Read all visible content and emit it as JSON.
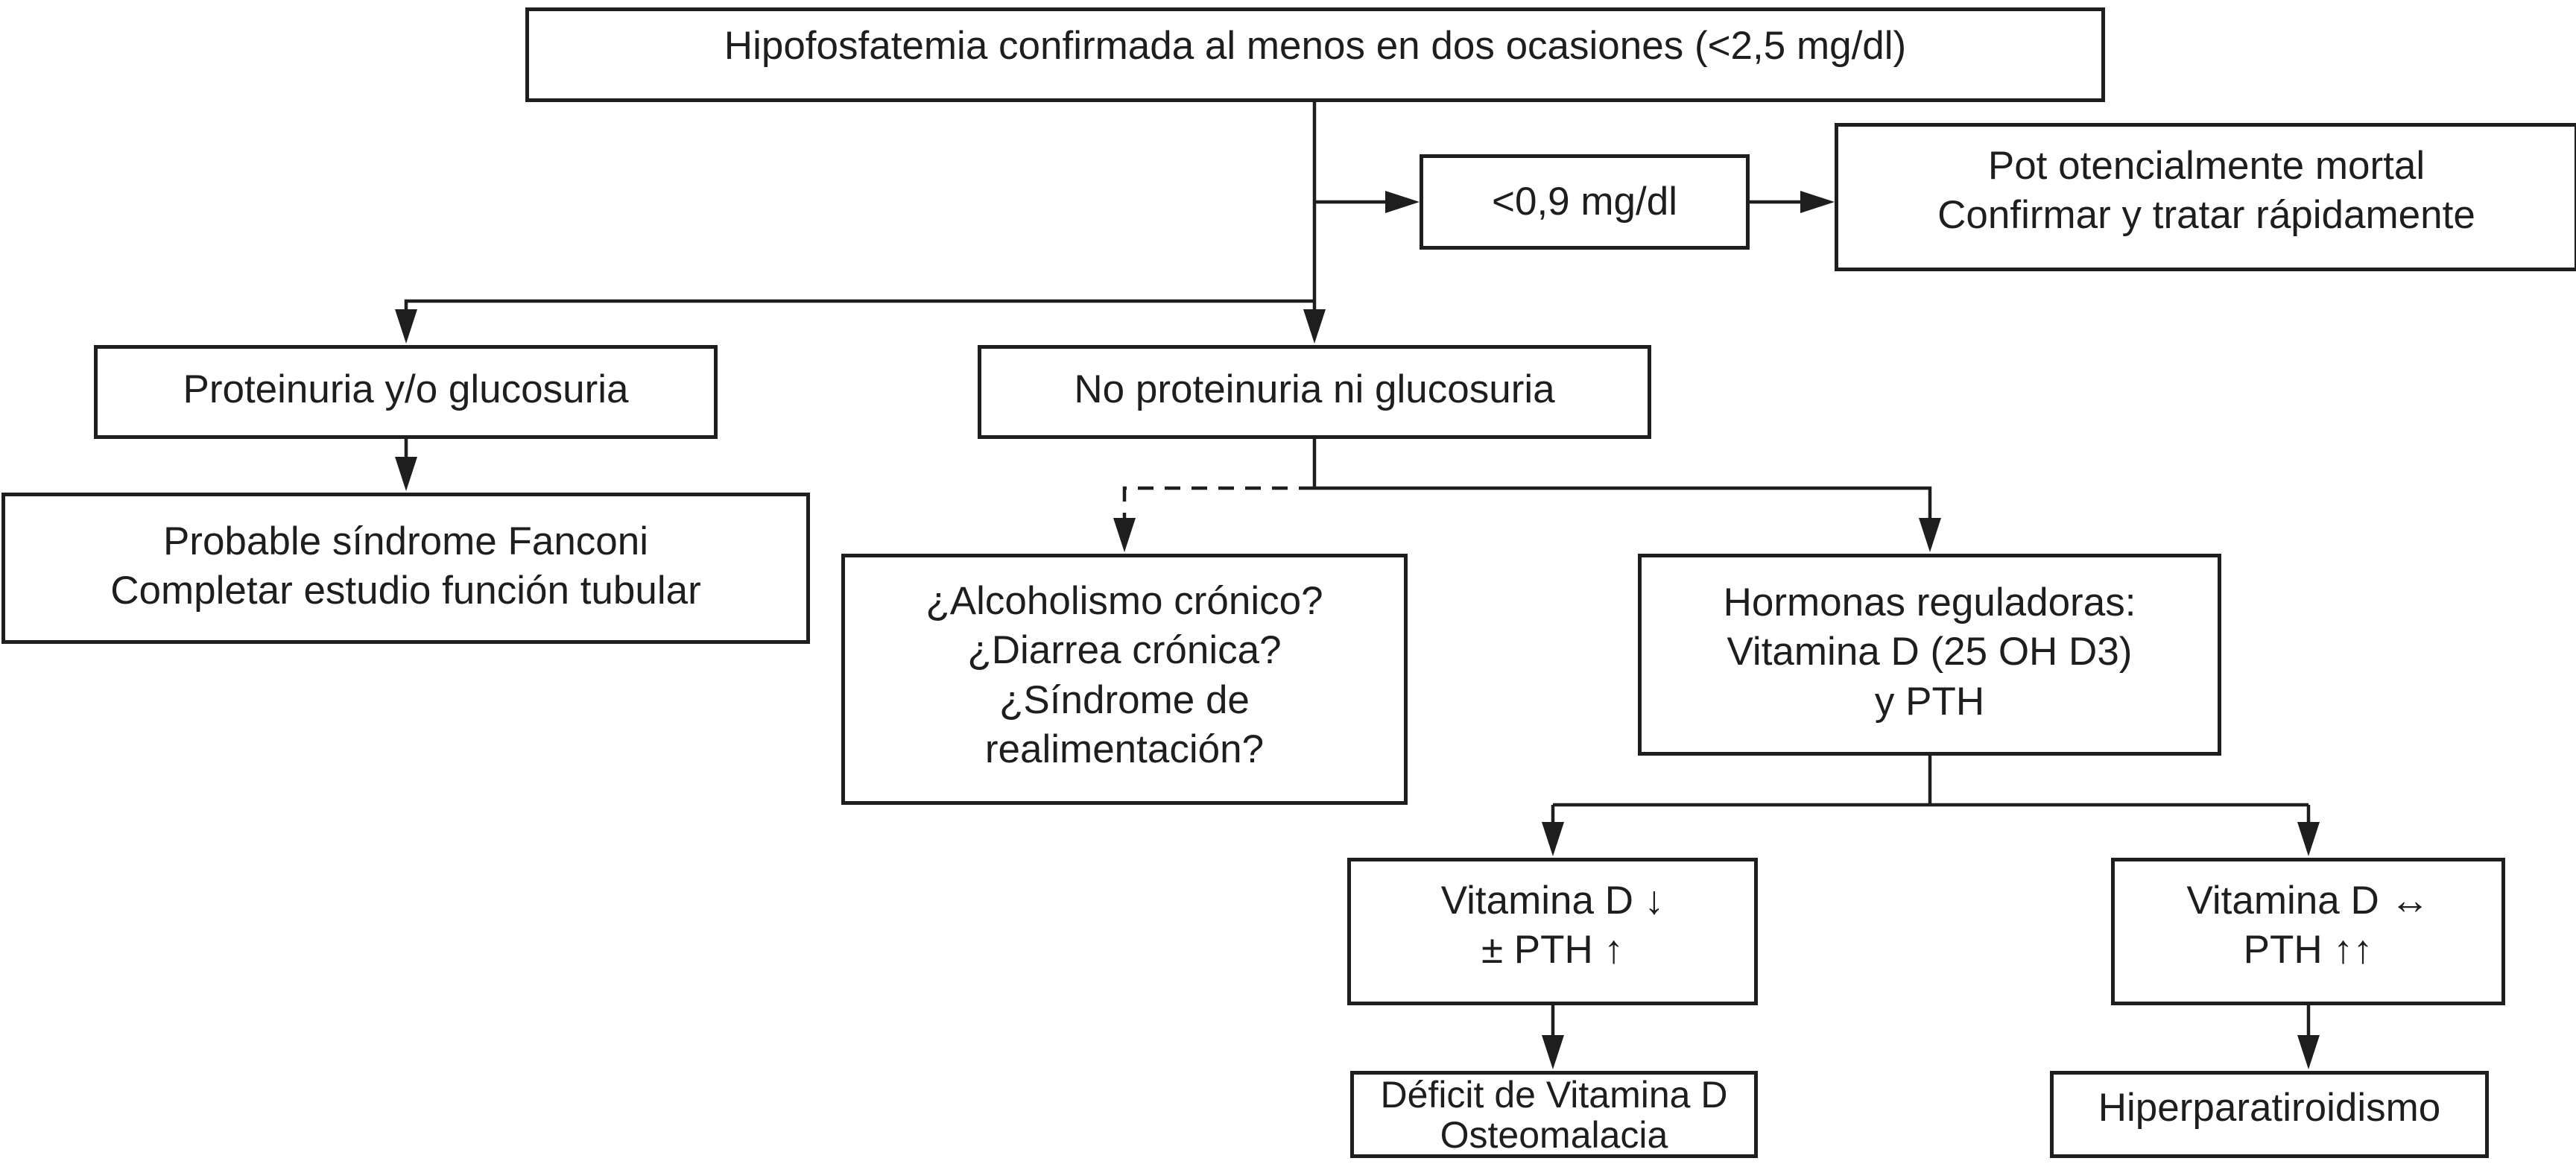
{
  "colors": {
    "ink": "#1e1e1e",
    "background": "#ffffff"
  },
  "nodes": {
    "confirmada": {
      "text": "Hipofosfatemia confirmada al menos en dos ocasiones (<2,5 mg/dl)"
    },
    "severa": {
      "text": "<0,9 mg/dl"
    },
    "mortal": {
      "text": "Pot otencialmente mortal\nConfirmar y tratar rápidamente"
    },
    "proteinuria": {
      "text": "Proteinuria y/o glucosuria"
    },
    "fanconi": {
      "text": "Probable síndrome Fanconi\nCompletar estudio función tubular"
    },
    "no_proteinuria": {
      "text": "No proteinuria ni glucosuria"
    },
    "causas": {
      "text": "¿Alcoholismo crónico?\n¿Diarrea crónica?\n¿Síndrome de\nrealimentación?"
    },
    "hormonas": {
      "text": "Hormonas reguladoras:\nVitamina D (25 OH D3)\ny PTH"
    },
    "vitd_baja": {
      "text": "Vitamina D ↓\n± PTH ↑"
    },
    "vitd_normal": {
      "text": "Vitamina D ↔\nPTH ↑↑"
    },
    "deficit": {
      "text": "Déficit de Vitamina D\nOsteomalacia"
    },
    "hiperpara": {
      "text": "Hiperparatiroidismo"
    }
  },
  "edges": [
    {
      "from": "confirmada",
      "to": "severa",
      "style": "solid"
    },
    {
      "from": "severa",
      "to": "mortal",
      "style": "solid"
    },
    {
      "from": "confirmada",
      "to": "proteinuria",
      "style": "solid"
    },
    {
      "from": "confirmada",
      "to": "no_proteinuria",
      "style": "solid"
    },
    {
      "from": "proteinuria",
      "to": "fanconi",
      "style": "solid"
    },
    {
      "from": "no_proteinuria",
      "to": "causas",
      "style": "dashed"
    },
    {
      "from": "no_proteinuria",
      "to": "hormonas",
      "style": "solid"
    },
    {
      "from": "hormonas",
      "to": "vitd_baja",
      "style": "solid"
    },
    {
      "from": "hormonas",
      "to": "vitd_normal",
      "style": "solid"
    },
    {
      "from": "vitd_baja",
      "to": "deficit",
      "style": "solid"
    },
    {
      "from": "vitd_normal",
      "to": "hiperpara",
      "style": "solid"
    }
  ]
}
